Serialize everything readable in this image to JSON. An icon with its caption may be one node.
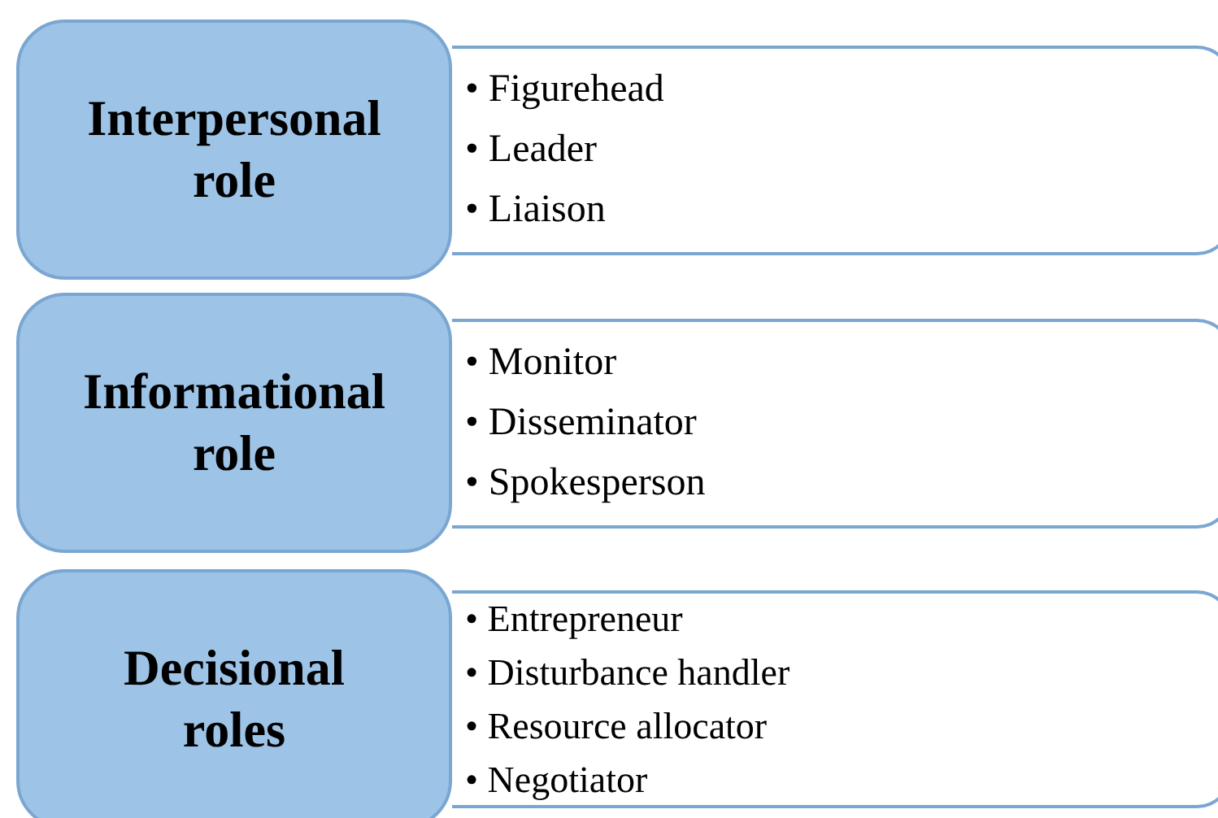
{
  "diagram": {
    "nodes": [
      {
        "text": [
          "Interpersonal role"
        ]
      },
      {
        "text": [
          "• Figurehead",
          "• Leader",
          "• Liaison"
        ]
      },
      {
        "text": [
          "Informational role"
        ]
      },
      {
        "text": [
          "• Monitor",
          "• Disseminator",
          "• Spokesperson"
        ]
      },
      {
        "text": [
          "Decisional roles"
        ]
      },
      {
        "text": [
          "• Entrepreneur",
          "• Disturbance handler",
          "• Resource allocator",
          "• Negotiator"
        ]
      }
    ],
    "edges": []
  }
}
